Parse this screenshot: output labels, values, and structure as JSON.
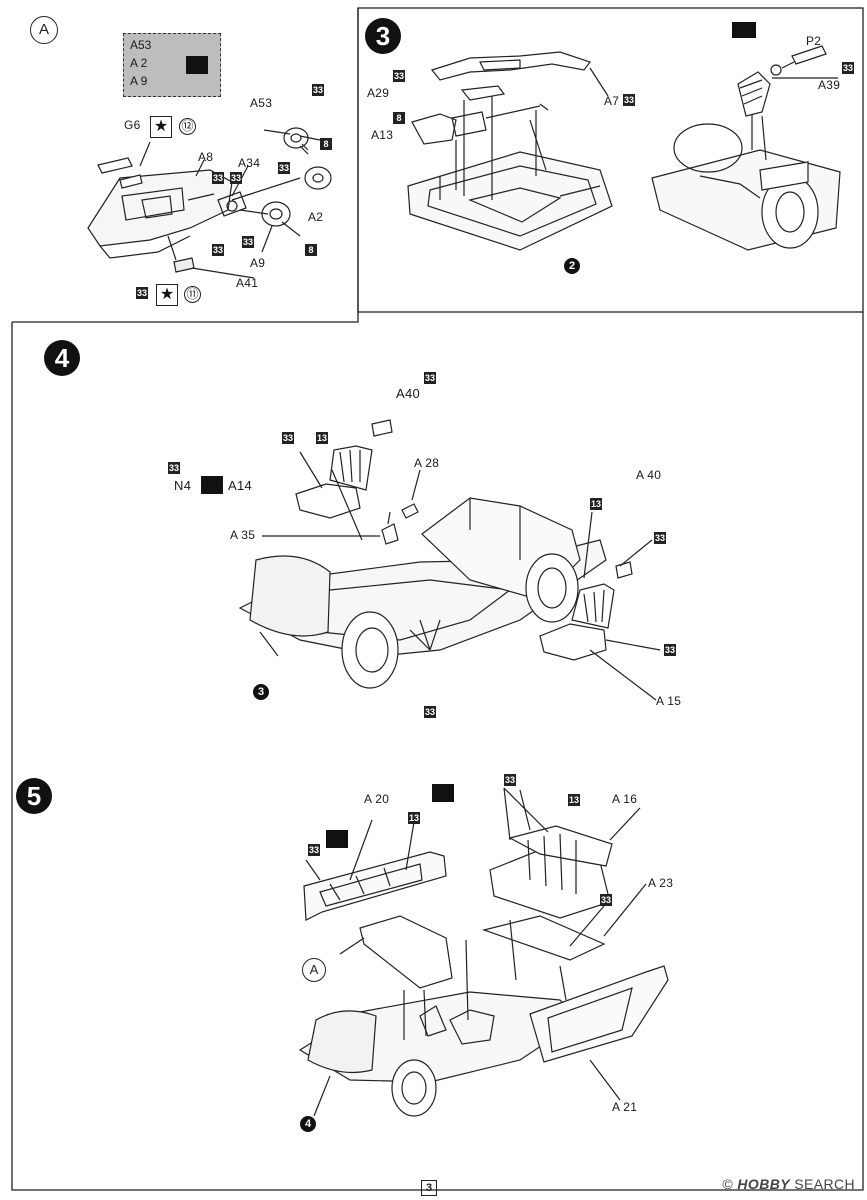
{
  "panel_a": {
    "marker": "A",
    "legend_lines": [
      "A53",
      "A 2",
      "A 9"
    ],
    "labels": {
      "g6": "G6",
      "a8": "A8",
      "a53": "A53",
      "a34": "A34",
      "a2": "A2",
      "a9": "A9",
      "a41": "A41"
    },
    "circled_12": "⑫",
    "circled_11": "⑪",
    "badges": {
      "b33": "33",
      "b8": "8"
    }
  },
  "step3": {
    "number": "3",
    "labels": {
      "a29": "A29",
      "a13": "A13",
      "a7": "A7",
      "p2": "P2",
      "a39": "A39"
    },
    "ref_step": "2",
    "badges": {
      "b33": "33",
      "b8": "8"
    }
  },
  "step4": {
    "number": "4",
    "labels": {
      "a40_left": "A40",
      "a40_right": "A 40",
      "n4": "N4",
      "a14": "A14",
      "a28": "A 28",
      "a35": "A 35",
      "a15": "A 15"
    },
    "ref_step": "3",
    "badges": {
      "b33": "33",
      "b13": "13"
    }
  },
  "step5": {
    "number": "5",
    "labels": {
      "a20": "A 20",
      "a16": "A 16",
      "a23": "A 23",
      "a21": "A 21"
    },
    "sub_marker": "A",
    "ref_step": "4",
    "badges": {
      "b33": "33",
      "b13": "13"
    }
  },
  "footer": {
    "page": "3",
    "watermark_brand": "HOBBY",
    "watermark_rest": " SEARCH",
    "watermark_symbol": "©"
  },
  "icons": {
    "star": "painted-star-icon",
    "glue": "glue-icon",
    "grid": "decal-grid-icon",
    "stepnum": "step-number-icon"
  }
}
